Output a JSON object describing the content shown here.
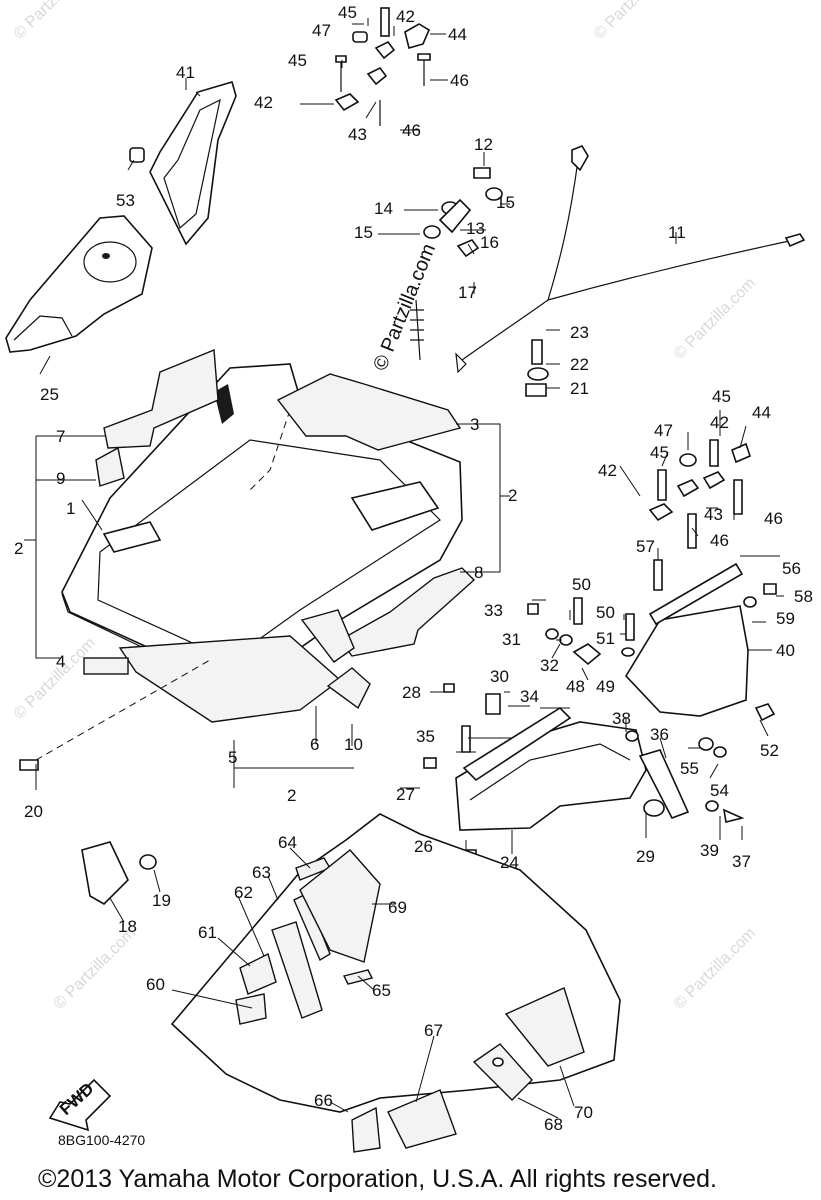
{
  "callouts": [
    "1",
    "2",
    "2",
    "2",
    "3",
    "4",
    "5",
    "6",
    "7",
    "8",
    "9",
    "10",
    "11",
    "12",
    "13",
    "14",
    "15",
    "15",
    "16",
    "17",
    "18",
    "19",
    "20",
    "21",
    "22",
    "23",
    "24",
    "25",
    "26",
    "27",
    "28",
    "29",
    "30",
    "31",
    "32",
    "33",
    "34",
    "35",
    "36",
    "37",
    "38",
    "39",
    "40",
    "41",
    "42",
    "42",
    "42",
    "42",
    "43",
    "43",
    "44",
    "44",
    "45",
    "45",
    "45",
    "45",
    "46",
    "46",
    "46",
    "46",
    "47",
    "47",
    "48",
    "49",
    "50",
    "50",
    "51",
    "52",
    "53",
    "54",
    "55",
    "56",
    "57",
    "58",
    "59",
    "60",
    "61",
    "62",
    "63",
    "64",
    "65",
    "66",
    "67",
    "68",
    "69",
    "70"
  ],
  "watermark": {
    "main": "© Partzilla.com",
    "faint": "© Partzilla.com"
  },
  "fwd_label": "FWD",
  "drawing_code": "8BG100-4270",
  "copyright": "©2013 Yamaha Motor Corporation, U.S.A. All rights reserved."
}
